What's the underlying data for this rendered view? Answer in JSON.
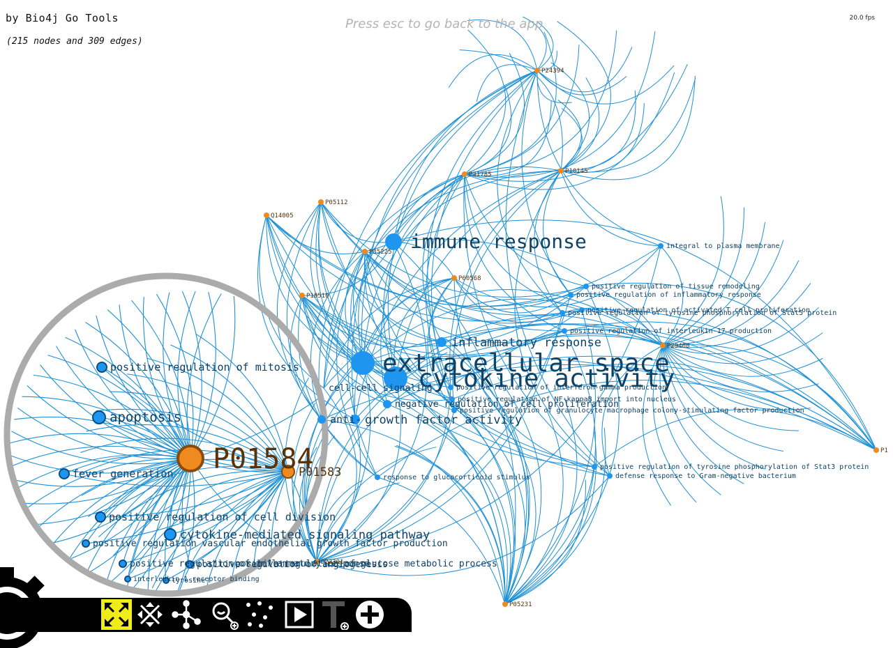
{
  "header": {
    "credit": "by Bio4j Go Tools",
    "counts": "(215 nodes and 309 edges)",
    "hint": "Press esc to go back to the app",
    "fps": "20.0 fps"
  },
  "colors": {
    "edge": "#1e90d6",
    "term_node": "#1e96f0",
    "protein_node": "#ef8a1e",
    "term_label": "#0e4266",
    "protein_label": "#5a3208",
    "lens": "#ababab",
    "toolbar_bg": "#000000",
    "active_tool": "#f0ec1a"
  },
  "graph": {
    "term_nodes": [
      {
        "name": "extracellular space",
        "size": "xl"
      },
      {
        "name": "cytokine activity",
        "size": "xl"
      },
      {
        "name": "immune response",
        "size": "l"
      },
      {
        "name": "inflammatory response",
        "size": "m"
      },
      {
        "name": "cell-cell signaling",
        "size": "s"
      },
      {
        "name": "negative regulation of cell proliferation",
        "size": "s"
      },
      {
        "name": "growth factor activity",
        "size": "m"
      },
      {
        "name": "anti-",
        "size": "m"
      },
      {
        "name": "integral to plasma membrane",
        "size": "xs"
      },
      {
        "name": "positive regulation of tissue remodeling",
        "size": "xs"
      },
      {
        "name": "positive regulation of inflammatory response",
        "size": "xs"
      },
      {
        "name": "positive regulation of activated T cell proliferation",
        "size": "xs"
      },
      {
        "name": "positive regulation of tyrosine phosphorylation of Stat5 protein",
        "size": "xs"
      },
      {
        "name": "positive regulation of interleukin-17 production",
        "size": "xs"
      },
      {
        "name": "positive regulation of interferon-gamma production",
        "size": "xs"
      },
      {
        "name": "positive regulation of NF-kappaB import into nucleus",
        "size": "xs"
      },
      {
        "name": "positive regulation of granulocyte macrophage colony-stimulating factor production",
        "size": "xs"
      },
      {
        "name": "positive regulation of tyrosine phosphorylation of Stat3 protein",
        "size": "xs"
      },
      {
        "name": "defense response to Gram-negative bacterium",
        "size": "xs"
      },
      {
        "name": "response to glucocorticoid stimulus",
        "size": "xs"
      },
      {
        "name": "positive regulation of mitosis",
        "size": "lens"
      },
      {
        "name": "apoptosis",
        "size": "lens"
      },
      {
        "name": "fever generation",
        "size": "lens"
      },
      {
        "name": "positive regulation of cell division",
        "size": "lens"
      },
      {
        "name": "cytokine-mediated signaling pathway",
        "size": "m"
      },
      {
        "name": "positive regulation vascular endothelial growth factor production",
        "size": "s"
      },
      {
        "name": "positive regulation of angiogenesis",
        "size": "s"
      },
      {
        "name": "positive regulation of inflammatory response",
        "size": "s"
      },
      {
        "name": "positive regulation of glucose metabolic process",
        "size": "s"
      },
      {
        "name": "interleukin-1 receptor binding",
        "size": "xs"
      },
      {
        "name": "tyrosine",
        "size": "xs"
      }
    ],
    "protein_nodes": [
      {
        "name": "P01584",
        "size": "xl"
      },
      {
        "name": "P01583",
        "size": "m"
      },
      {
        "name": "P24394",
        "size": "xs"
      },
      {
        "name": "P31785",
        "size": "xs"
      },
      {
        "name": "P10145",
        "size": "xs"
      },
      {
        "name": "P05112",
        "size": "xs"
      },
      {
        "name": "Q14005",
        "size": "xs"
      },
      {
        "name": "P35225",
        "size": "xs"
      },
      {
        "name": "P60568",
        "size": "xs"
      },
      {
        "name": "P18510",
        "size": "xs"
      },
      {
        "name": "P29460",
        "size": "xs"
      },
      {
        "name": "P05231",
        "size": "xs"
      },
      {
        "name": "P22301",
        "size": "xs"
      },
      {
        "name": "P1",
        "size": "xs"
      }
    ]
  },
  "toolbar": {
    "tools": [
      {
        "name": "fit-view",
        "icon": "expand-arrows-icon",
        "active": true
      },
      {
        "name": "move",
        "icon": "move-cross-icon",
        "active": false
      },
      {
        "name": "layout",
        "icon": "network-icon",
        "active": false
      },
      {
        "name": "lens",
        "icon": "magnifier-icon",
        "active": false
      },
      {
        "name": "nodes",
        "icon": "scatter-dots-icon",
        "active": false
      },
      {
        "name": "play",
        "icon": "play-icon",
        "active": false
      },
      {
        "name": "labels",
        "icon": "text-icon",
        "active": false
      },
      {
        "name": "zoom-in",
        "icon": "plus-circle-icon",
        "active": false
      }
    ]
  }
}
